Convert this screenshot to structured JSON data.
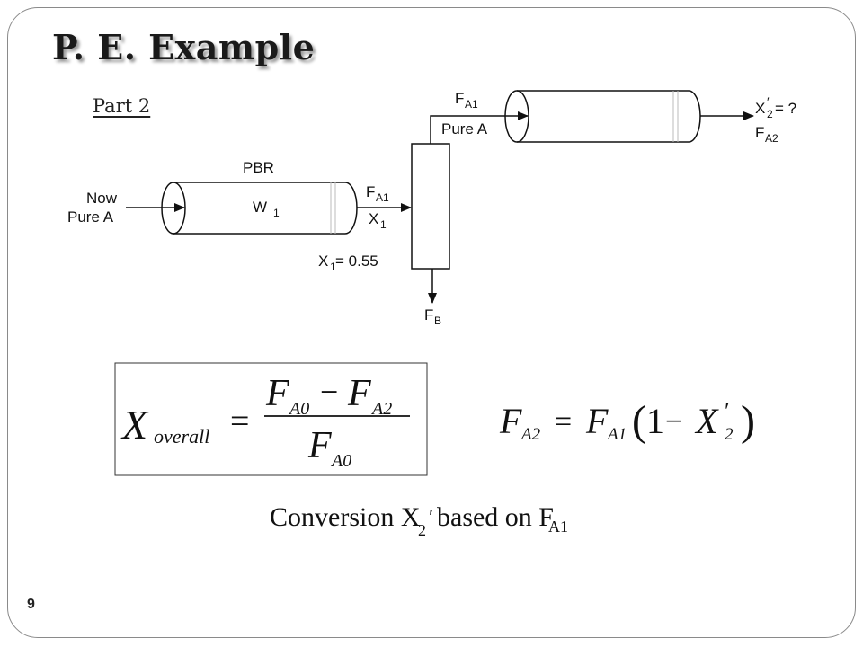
{
  "slide": {
    "title": "P. E. Example",
    "subtitle": "Part 2",
    "page_number": "9"
  },
  "diagram": {
    "pbr_label": "PBR",
    "inlet_line1": "Now",
    "inlet_line2": "Pure A",
    "w_main": "W",
    "w_sub": "1",
    "fa1_main": "F",
    "fa1_sub": "A1",
    "x1_main": "X",
    "x1_sub": "1",
    "x1_value_main": "X",
    "x1_value_sub": "1",
    "x1_value_rest": " = 0.55",
    "fb_main": "F",
    "fb_sub": "B",
    "top_fa1_main": "F",
    "top_fa1_sub": "A1",
    "pure_a": "Pure A",
    "x2_main": "X",
    "x2_prime": "′",
    "x2_sub": "2",
    "x2_rest": " = ?",
    "fa2_main": "F",
    "fa2_sub": "A2"
  },
  "equations": {
    "overall": {
      "lhs_main": "X",
      "lhs_sub": "overall",
      "equals": "=",
      "num_f1": "F",
      "num_s1": "A0",
      "minus": "−",
      "num_f2": "F",
      "num_s2": "A2",
      "den_f": "F",
      "den_s": "A0"
    },
    "fa2": {
      "lhs_main": "F",
      "lhs_sub": "A2",
      "equals": "=",
      "rhs_main": "F",
      "rhs_sub": "A1",
      "paren_open": "(",
      "one": "1",
      "minus": "−",
      "x_main": "X",
      "x_prime": "′",
      "x_sub": "2",
      "paren_close": ")"
    },
    "caption": {
      "text1": "Conversion X",
      "x_sub": "2",
      "glyph": "ʹ",
      "text2": " based on F",
      "f_sub": "A1"
    }
  }
}
